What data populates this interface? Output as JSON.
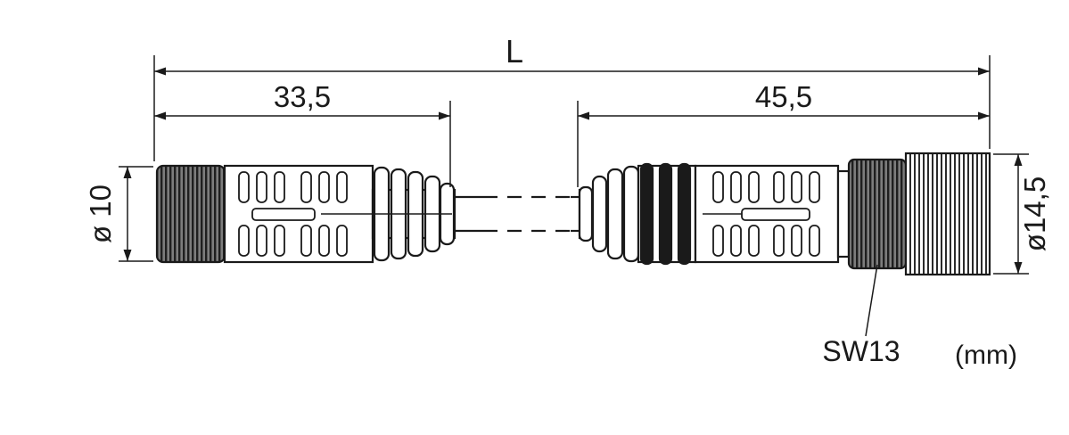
{
  "labels": {
    "overall_length": "L",
    "left_connector_length": "33,5",
    "right_connector_length": "45,5",
    "left_connector_diameter": "ø 10",
    "right_connector_diameter": "ø14,5",
    "wrench_size": "SW13",
    "units": "(mm)"
  },
  "colors": {
    "line": "#1a1a1a",
    "background": "#ffffff",
    "seal_ring_fill": "#1a1a1a"
  }
}
